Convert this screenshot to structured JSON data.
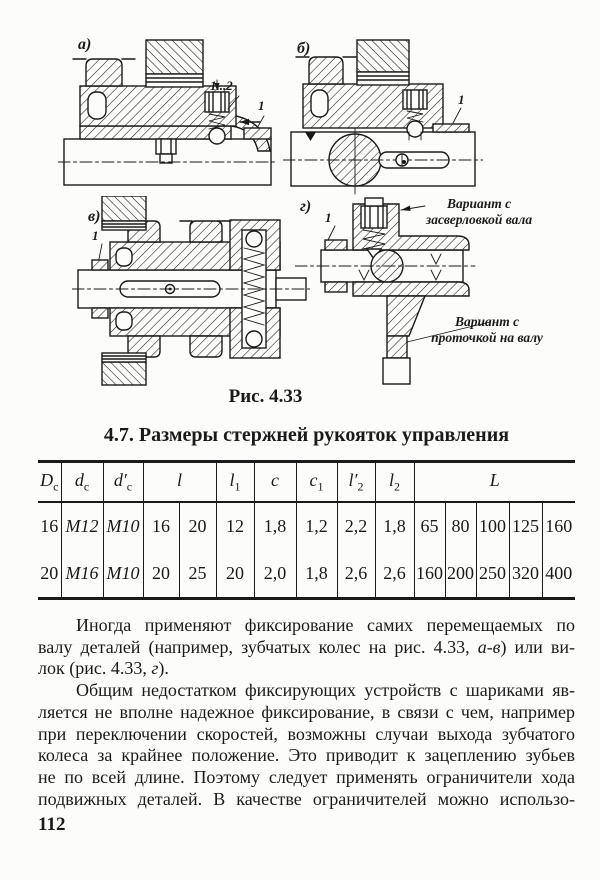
{
  "page": {
    "number": "112"
  },
  "figure": {
    "caption": "Рис. 4.33",
    "subfigures": [
      {
        "label": "а)",
        "callouts": [
          "1...2",
          "1"
        ]
      },
      {
        "label": "б)",
        "callouts": [
          "1"
        ]
      },
      {
        "label": "в)",
        "callouts": [
          "1"
        ]
      },
      {
        "label": "г)",
        "callouts": [
          "1"
        ],
        "annotations": [
          "Вариант с\nзасверловкой вала",
          "Вариант с\nпроточкой на валу"
        ]
      }
    ]
  },
  "heading": "4.7. Размеры стержней рукояток управления",
  "table": {
    "headers": [
      {
        "base": "D",
        "sub": "c"
      },
      {
        "base": "d",
        "sub": "c"
      },
      {
        "base": "d′",
        "sub": "c"
      },
      {
        "base": "l",
        "sub": ""
      },
      {
        "base": "l",
        "sub": "1"
      },
      {
        "base": "c",
        "sub": ""
      },
      {
        "base": "c",
        "sub": "1"
      },
      {
        "base": "l′",
        "sub": "2"
      },
      {
        "base": "l",
        "sub": "2"
      },
      {
        "base": "L",
        "sub": ""
      }
    ],
    "rows": [
      [
        "16",
        "М12",
        "М10",
        "16",
        "20",
        "12",
        "1,8",
        "1,2",
        "2,2",
        "1,8",
        "65",
        "80",
        "100",
        "125",
        "160"
      ],
      [
        "20",
        "М16",
        "М10",
        "20",
        "25",
        "20",
        "2,0",
        "1,8",
        "2,6",
        "2,6",
        "160",
        "200",
        "250",
        "320",
        "400"
      ]
    ]
  },
  "body": {
    "p1": {
      "l1": "Иногда применяют фиксирование самих перемещаемых по",
      "l2a": "валу деталей (например, зубчатых колес на рис. 4.33, ",
      "l2b": "а-в",
      "l2c": ") или ви-",
      "l3a": "лок (рис. 4.33, ",
      "l3b": "г",
      "l3c": ")."
    },
    "p2": {
      "l1": "Общим недостатком фиксирующих устройств с шариками яв-",
      "l2": "ляется не вполне надежное фиксирование, в связи с чем, например",
      "l3": "при переключении скоростей, возможны случаи выхода зубчатого",
      "l4": "колеса за крайнее положение. Это приводит к зацеплению зубьев",
      "l5": "не по всей длине. Поэтому следует применять ограничители хода",
      "l6": "подвижных деталей. В качестве ограничителей можно использо-"
    }
  }
}
